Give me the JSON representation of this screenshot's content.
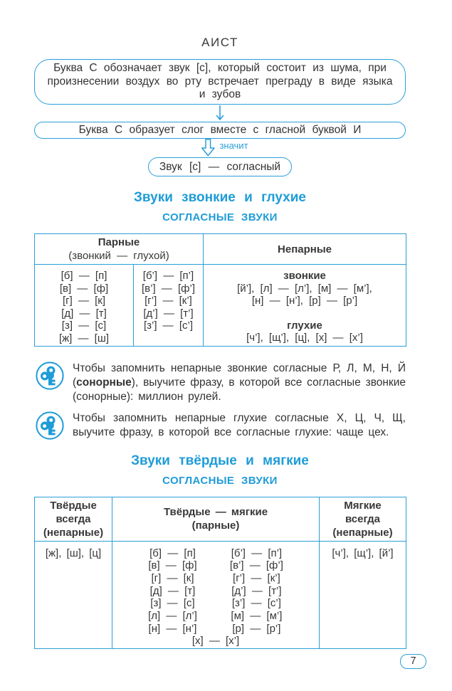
{
  "colors": {
    "accent": "#2b9ed9",
    "text": "#383838"
  },
  "page": {
    "title": "АИСТ",
    "page_number": "7"
  },
  "flow": {
    "box1": "Буква С обозначает звук [с], который состоит из шума, при произнесении воздух во рту встречает преграду в виде языка и зубов",
    "box2": "Буква С образует слог вместе с гласной буквой И",
    "arrow_label": "значит",
    "box3": "Звук [с] — согласный"
  },
  "section_voiced": {
    "heading": "Звуки звонкие и глухие",
    "subheading": "СОГЛАСНЫЕ ЗВУКИ",
    "table": {
      "paired_header": "Парные",
      "paired_subheader": "(звонкий — глухой)",
      "unpaired_header": "Непарные",
      "paired_hard": [
        "[б] — [п]",
        "[в] — [ф]",
        "[г] — [к]",
        "[д] — [т]",
        "[з] — [с]",
        "[ж] — [ш]"
      ],
      "paired_soft": [
        "[б’] — [п’]",
        "[в’] — [ф’]",
        "[г’] — [к’]",
        "[д’] — [т’]",
        "[з’] — [с’]"
      ],
      "voiced_label": "звонкие",
      "voiced_lines": [
        "[й’], [л] — [л’], [м] — [м’],",
        "[н] — [н’], [р] — [р’]"
      ],
      "voiceless_label": "глухие",
      "voiceless_lines": [
        "[ч’], [щ’], [ц], [х] — [х’]"
      ]
    }
  },
  "tips": {
    "tip1": {
      "part1": "Чтобы запомнить непарные звонкие согласные Р, Л, М, Н, Й (",
      "bold": "сонорные",
      "part2": "), выучите фразу, в которой все согласные звонкие (сонорные): миллион рулей."
    },
    "tip2": "Чтобы запомнить непарные глухие согласные Х, Ц, Ч, Щ, выучите фразу, в которой все согласные глухие: чаще цех."
  },
  "section_hardness": {
    "heading": "Звуки твёрдые и мягкие",
    "subheading": "СОГЛАСНЫЕ ЗВУКИ",
    "table": {
      "col1_header": [
        "Твёрдые",
        "всегда",
        "(непарные)"
      ],
      "col2_header": [
        "Твёрдые — мягкие",
        "(парные)"
      ],
      "col3_header": [
        "Мягкие",
        "всегда",
        "(непарные)"
      ],
      "col1_value": "[ж], [ш], [ц]",
      "pairs_left": [
        "[б] — [п]",
        "[в] — [ф]",
        "[г] — [к]",
        "[д] — [т]",
        "[з] — [с]",
        "[л] — [л’]",
        "[н] — [н’]"
      ],
      "pairs_right": [
        "[б’] — [п’]",
        "[в’] — [ф’]",
        "[г’] — [к’]",
        "[д’] — [т’]",
        "[з’] — [с’]",
        "[м] — [м’]",
        "[р] — [р’]"
      ],
      "pairs_bottom": "[х] — [х’]",
      "col3_value": "[ч’], [щ’], [й’]"
    }
  }
}
